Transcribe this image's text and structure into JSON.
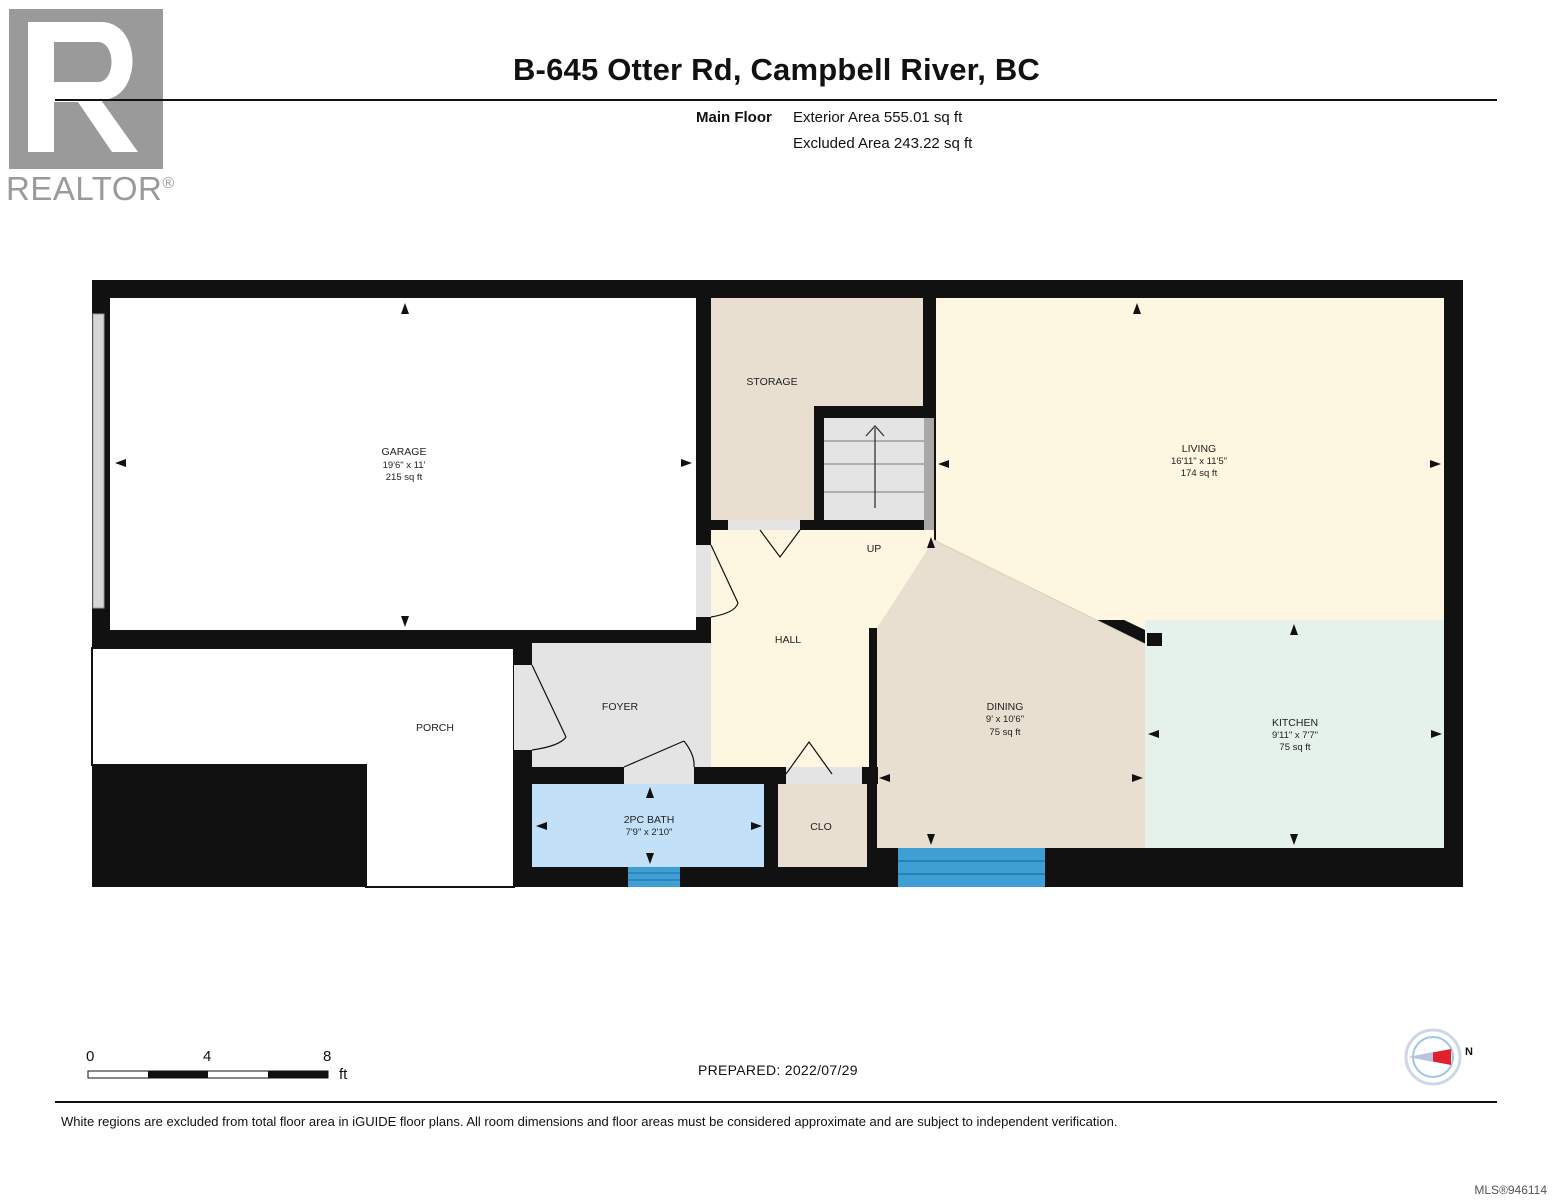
{
  "header": {
    "title": "B-645 Otter Rd, Campbell River, BC",
    "floor_label": "Main Floor",
    "exterior_area": "Exterior Area 555.01 sq ft",
    "excluded_area": "Excluded Area 243.22 sq ft"
  },
  "logo": {
    "text": "REALTOR",
    "mark": "®"
  },
  "rooms": {
    "garage": {
      "name": "GARAGE",
      "dims": "19'6\" x 11'",
      "area": "215 sq ft"
    },
    "storage": {
      "name": "STORAGE"
    },
    "living": {
      "name": "LIVING",
      "dims": "16'11\" x 11'5\"",
      "area": "174 sq ft"
    },
    "up": {
      "name": "UP"
    },
    "hall": {
      "name": "HALL"
    },
    "foyer": {
      "name": "FOYER"
    },
    "porch": {
      "name": "PORCH"
    },
    "dining": {
      "name": "DINING",
      "dims": "9' x 10'6\"",
      "area": "75 sq ft"
    },
    "kitchen": {
      "name": "KITCHEN",
      "dims": "9'11\" x 7'7\"",
      "area": "75 sq ft"
    },
    "bath": {
      "name": "2PC BATH",
      "dims": "7'9\" x 2'10\""
    },
    "clo": {
      "name": "CLO"
    }
  },
  "scale": {
    "ticks": [
      "0",
      "4",
      "8"
    ],
    "unit": "ft"
  },
  "prepared": "PREPARED:  2022/07/29",
  "compass": {
    "label": "N"
  },
  "disclaimer": "White regions are excluded from total floor area in iGUIDE floor plans. All room dimensions and floor areas must be considered approximate and are subject to independent verification.",
  "mls": "MLS®946114",
  "colors": {
    "wall": "#111111",
    "storage": "#e8dfd0",
    "living": "#fdf6e0",
    "hall": "#fdf6e0",
    "dining": "#e8dfd0",
    "kitchen": "#e5f1eb",
    "foyer": "#e4e4e4",
    "bath": "#c2e1f8",
    "clo": "#e8dfd0",
    "stairs": "#e4e4e4",
    "window": "#d6d6d6",
    "steps": "#3e9fd4",
    "logo": "#9a9a9a",
    "compass_arrow": "#e0202a"
  }
}
